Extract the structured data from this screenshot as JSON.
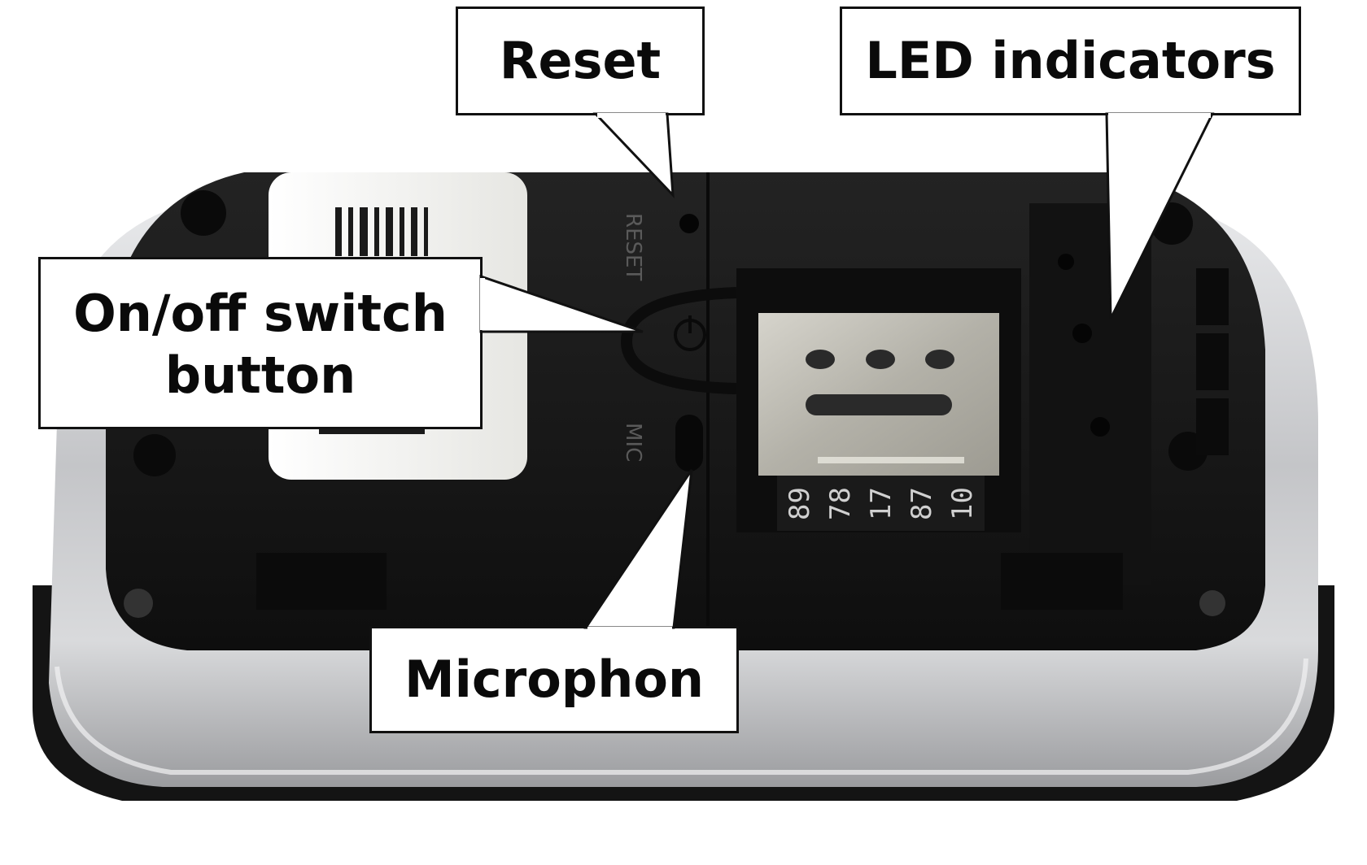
{
  "callouts": {
    "reset": "Reset",
    "led_indicators": "LED indicators",
    "on_off_switch_line1": "On/off switch",
    "on_off_switch_line2": "button",
    "microphone": "Microphon"
  },
  "device_markings": {
    "reset_mark": "RESET",
    "mic_mark": "MIC",
    "sim_digits": [
      "89",
      "78",
      "17",
      "87",
      "10"
    ]
  },
  "colors": {
    "housing_black": "#151515",
    "rim_silver": "#c9cacc",
    "base_black": "#121212",
    "label_white": "#f4f4f2",
    "sim_tray_metal": "#b8b6ad",
    "callout_border": "#111111"
  }
}
